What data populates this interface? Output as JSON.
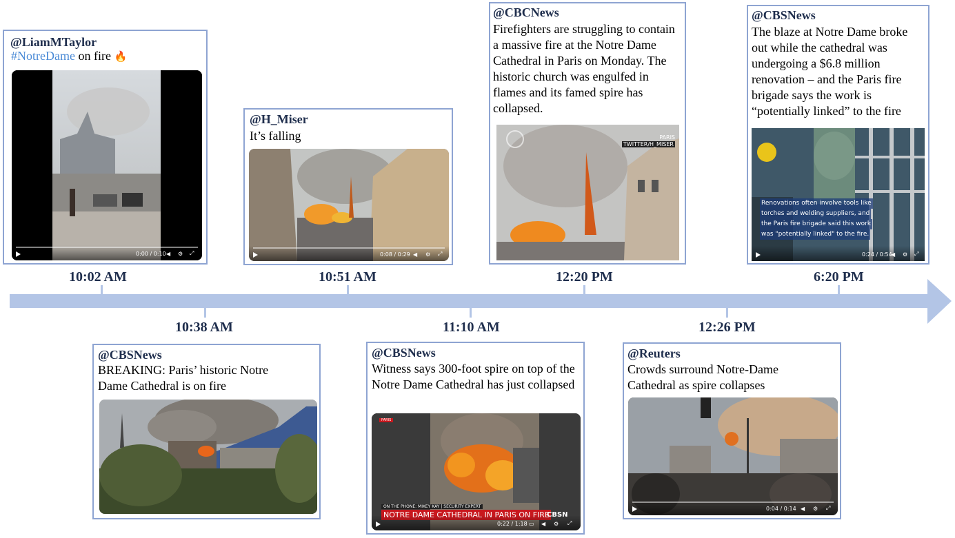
{
  "cards": {
    "liam": {
      "handle": "@LiamMTaylor",
      "hashtag": "#NotreDame",
      "text": " on fire",
      "emoji": "🔥",
      "duration": "0:00 / 0:10"
    },
    "cbs1": {
      "handle": "@CBSNews",
      "text": "BREAKING: Paris’ historic Notre Dame Cathedral is on fire"
    },
    "miser": {
      "handle": "@H_Miser",
      "text": "It’s falling",
      "duration": "0:08 / 0:29"
    },
    "cbs2": {
      "handle": "@CBSNews",
      "text": "Witness says 300-foot spire on top of the Notre Dame Cathedral has just collapsed",
      "badge": "PARIS",
      "lower_third_top": "ON THE PHONE: MIKEY KAY | SECURITY EXPERT",
      "lower_third": "NOTRE DAME CATHEDRAL IN PARIS ON FIRE",
      "network": "CBSN",
      "duration": "0:22 / 1:18"
    },
    "cbc": {
      "handle": "@CBCNews",
      "text": "Firefighters are struggling to contain a massive fire at the Notre Dame Cathedral in Paris on Monday. The historic church was engulfed in flames and its famed spire has collapsed.",
      "tag_city": "PARIS",
      "tag_credit": "TWITTER/H_MISER"
    },
    "reuters": {
      "handle": "@Reuters",
      "text": "Crowds surround Notre-Dame Cathedral as spire collapses",
      "duration": "0:04 / 0:14"
    },
    "cbs3": {
      "handle": "@CBSNews",
      "text": "The blaze at Notre Dame broke out while the cathedral was undergoing a $6.8 million renovation – and the Paris fire brigade says the work is “potentially linked” to the fire",
      "caption1": "Renovations often involve tools like",
      "caption2": "torches and welding suppliers, and",
      "caption3": "the Paris fire brigade said this work",
      "caption4": "was \"potentially linked\" to the fire.",
      "duration": "0:24 / 0:54"
    }
  },
  "times": {
    "t1": "10:02 AM",
    "t2": "10:38 AM",
    "t3": "10:51 AM",
    "t4": "11:10 AM",
    "t5": "12:20 PM",
    "t6": "12:26 PM",
    "t7": "6:20 PM"
  },
  "colors": {
    "border": "#8ea4d2",
    "arrow": "#b3c5e6",
    "time": "#1f2e4d",
    "hashtag": "#4a8ad6"
  }
}
